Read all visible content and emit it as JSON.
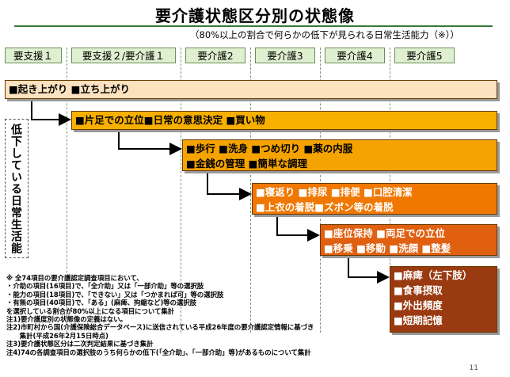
{
  "title": "要介護状態区分別の状態像",
  "subtitle": "（80%以上の割合で何らかの低下が見られる日常生活能力（※））",
  "levels": [
    "要支援１",
    "要支援２/要介護１",
    "要介護2",
    "要介護3",
    "要介護4",
    "要介護5"
  ],
  "vertical_label": "低下している日常生活能力",
  "stages": [
    [
      "■起き上がり ■立ち上がり"
    ],
    [
      "■片足での立位■日常の意思決定 ■買い物"
    ],
    [
      "■歩行 ■洗身 ■つめ切り ■薬の内服",
      "■金銭の管理 ■簡単な調理"
    ],
    [
      "■寝返り ■排尿 ■排便 ■口腔清潔",
      "■上衣の着脱■ズボン等の着脱"
    ],
    [
      "■座位保持 ■両足での立位",
      "■移乗 ■移動 ■洗顔 ■整髪"
    ],
    [
      "■麻痺（左下肢）",
      "■食事摂取",
      "■外出頻度",
      "■短期記憶"
    ]
  ],
  "notes": [
    "※ 全74項目の要介護認定調査項目において、",
    "・介助の項目(16項目)で、「全介助」又は「一部介助」等の選択肢",
    "・能力の項目(18項目)で、「できない」又は「つかまれば可」等の選択肢",
    "・有無の項目(40項目)で、「ある」(麻痺、拘縮など)等の選択肢",
    "を選択している割合が80%以上になる項目について集計",
    "注1)要介護度別の状態像の定義はない。",
    "注2)市町村から国(介護保険総合データベース)に送信されている平成26年度の要介護認定情報に基づき",
    "　　集計(平成26年2月15日時点)",
    "注3)要介護状態区分は二次判定結果に基づき集計",
    "注4)74の各調査項目の選択肢のうち何らかの低下(「全介助」、「一部介助」等)があるものについて集計"
  ],
  "page_number": "11"
}
